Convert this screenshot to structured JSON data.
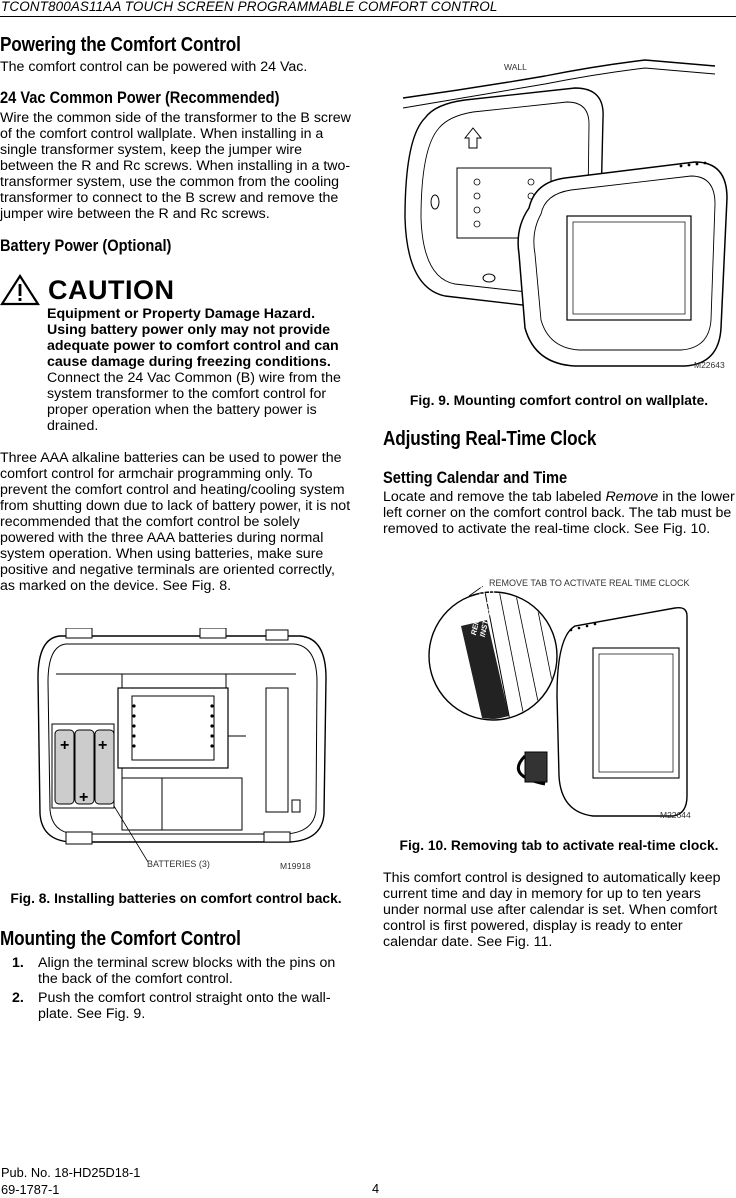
{
  "header": {
    "title": "TCONT800AS11AA TOUCH SCREEN PROGRAMMABLE COMFORT CONTROL"
  },
  "left": {
    "h_powering": "Powering the Comfort Control",
    "p_powering": "The comfort control can be powered with 24 Vac.",
    "h_common": "24 Vac Common Power (Recommended)",
    "p_common": "Wire the common side of the transformer to the B screw of the comfort control wallplate. When installing in a single transformer system, keep the jumper wire between the R and Rc screws. When installing in a two-transformer system, use the common from the cooling transformer to connect to the B screw and remove the jumper wire between the R and Rc screws.",
    "h_battery": "Battery Power (Optional)",
    "caution_word": "CAUTION",
    "caution_bold": "Equipment or Property Damage Hazard. Using battery power only may not provide adequate power to comfort control and can cause damage during freezing conditions.",
    "caution_text": "Connect the 24 Vac Common (B) wire from the system transformer to the comfort control for proper operation when the battery power is drained.",
    "p_batteries": "Three AAA alkaline batteries can be used to power the comfort control for armchair programming only. To prevent the comfort control and heating/cooling system from shutting down due to lack of battery power, it is not recommended that the comfort control be solely powered with the three AAA batteries during normal system operation. When using batteries, make sure positive and negative terminals are oriented correctly, as marked on the device. See Fig. 8.",
    "fig8_label": "BATTERIES (3)",
    "fig8_code": "M19918",
    "fig8_caption": "Fig. 8. Installing batteries on comfort control back.",
    "h_mounting": "Mounting the Comfort Control",
    "steps": [
      {
        "num": "1.",
        "text": "Align the terminal screw blocks with the pins on the back of the comfort control."
      },
      {
        "num": "2.",
        "text": "Push the comfort control straight onto the wall-plate. See Fig. 9."
      }
    ]
  },
  "right": {
    "fig9_wall": "WALL",
    "fig9_code": "M22643",
    "fig9_caption": "Fig. 9. Mounting comfort control on wallplate.",
    "h_clock": "Adjusting Real-Time Clock",
    "h_calendar": "Setting Calendar and Time",
    "p_calendar_pre": "Locate and remove the tab labeled ",
    "p_calendar_em": "Remove",
    "p_calendar_post": " in the lower left corner on the comfort control back. The tab must be removed to activate the real-time clock. See Fig. 10.",
    "fig10_label": "REMOVE TAB TO ACTIVATE REAL TIME CLOCK",
    "fig10_tab_line1": "REMOVE DURING",
    "fig10_tab_line2": "INSTALLATION",
    "fig10_code": "M22644",
    "fig10_caption": "Fig. 10. Removing tab to activate real-time clock.",
    "p_memory": "This comfort control is designed to automatically keep current time and day in memory for up to ten years under normal use after calendar is set. When comfort control is first powered, display is ready to enter calendar date. See Fig. 11."
  },
  "footer": {
    "pub": "Pub. No. 18-HD25D18-1",
    "code": "69-1787-1",
    "page": "4"
  }
}
